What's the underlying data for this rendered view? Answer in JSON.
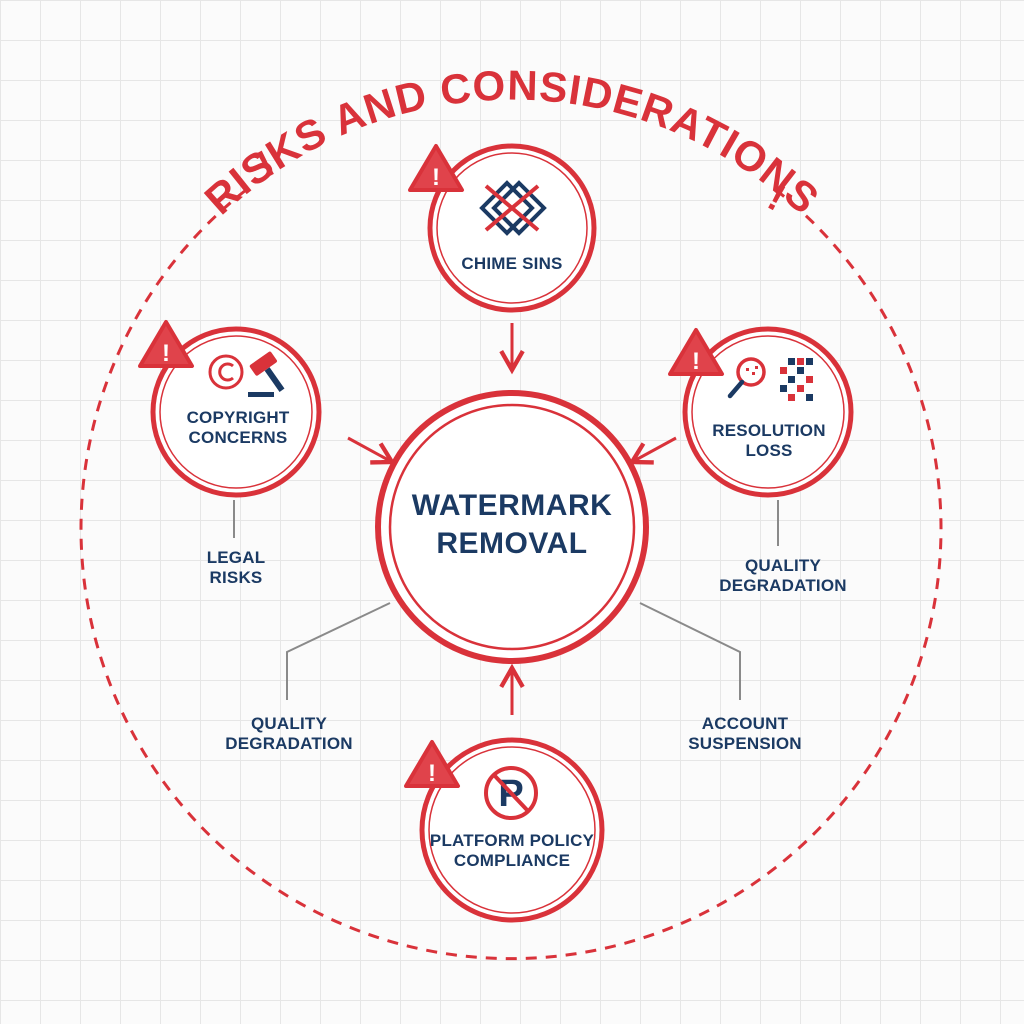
{
  "title": "RISKS AND CONSIDERATIONS",
  "title_marks": {
    "left": "!",
    "right": "!"
  },
  "hub": {
    "line1": "WATERMARK",
    "line2": "REMOVAL"
  },
  "nodes": {
    "top": {
      "line1": "CHIME SINS",
      "icon": "crossed-diamond-icon"
    },
    "left": {
      "line1": "COPYRIGHT",
      "line2": "CONCERNS",
      "icon": "copyright-gavel-icon"
    },
    "right": {
      "line1": "RESOLUTION",
      "line2": "LOSS",
      "icon": "magnifier-pixels-icon"
    },
    "bottom": {
      "line1": "PLATFORM POLICY",
      "line2": "COMPLIANCE",
      "icon": "no-parking-icon"
    }
  },
  "branches": {
    "legal": {
      "line1": "LEGAL",
      "line2": "RISKS"
    },
    "quality_right": {
      "line1": "QUALITY",
      "line2": "DEGRADATION"
    },
    "quality_left": {
      "line1": "QUALITY",
      "line2": "DEGRADATION"
    },
    "account": {
      "line1": "ACCOUNT",
      "line2": "SUSPENSION"
    }
  },
  "warning_mark": "!",
  "colors": {
    "accent": "#d9323a",
    "text": "#1b3a63",
    "connector": "#8a8a8a",
    "background": "#fbfbfb"
  }
}
